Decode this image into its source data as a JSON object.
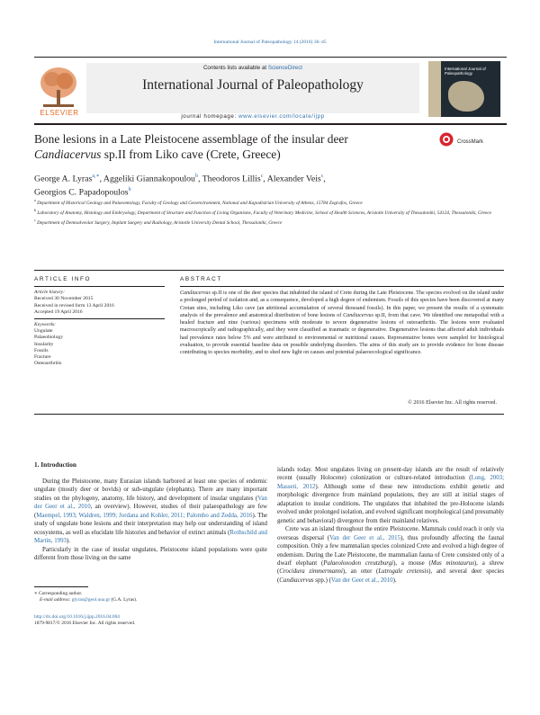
{
  "journal_ref": "International Journal of Paleopathology 14 (2016) 36–45",
  "header": {
    "contents_prefix": "Contents lists available at ",
    "contents_link": "ScienceDirect",
    "journal_title": "International Journal of Paleopathology",
    "homepage_prefix": "journal homepage: ",
    "homepage_url": "www.elsevier.com/locate/ijpp",
    "publisher": "ELSEVIER",
    "cover_title": "International Journal of Paleopathology",
    "crossmark": "CrossMark"
  },
  "article": {
    "title_line1": "Bone lesions in a Late Pleistocene assemblage of the insular deer",
    "title_genus": "Candiacervus",
    "title_line2_rest": " sp.II from Liko cave (Crete, Greece)",
    "authors": [
      {
        "name": "George A. Lyras",
        "sup": "a,∗"
      },
      {
        "name": "Aggeliki Giannakopoulou",
        "sup": "b"
      },
      {
        "name": "Theodoros Lillis",
        "sup": "c"
      },
      {
        "name": "Alexander Veis",
        "sup": "c"
      },
      {
        "name": "Georgios C. Papadopoulos",
        "sup": "b"
      }
    ],
    "affiliations": [
      {
        "sup": "a",
        "text": "Department of Historical Geology and Palaeontology, Faculty of Geology and Geoenvironment, National and Kapodistrian University of Athens, 15784 Zografos, Greece"
      },
      {
        "sup": "b",
        "text": "Laboratory of Anatomy, Histology and Embryology, Department of Structure and Function of Living Organisms, Faculty of Veterinary Medicine, School of Health Sciences, Aristotle University of Thessaloniki, 54124, Thessaloniki, Greece"
      },
      {
        "sup": "c",
        "text": "Department of Dentoalveolar Surgery, Implant Surgery and Radiology, Aristotle University Dental School, Thessaloniki, Greece"
      }
    ]
  },
  "info": {
    "heading": "ARTICLE INFO",
    "history_label": "Article history:",
    "history": [
      "Received 30 November 2015",
      "Received in revised form 13 April 2016",
      "Accepted 19 April 2016"
    ],
    "keywords_label": "Keywords:",
    "keywords": [
      "Ungulate",
      "Palaeobiology",
      "Insularity",
      "Fossils",
      "Fracture",
      "Osteoarthritis"
    ]
  },
  "abstract": {
    "heading": "ABSTRACT",
    "genus": "Candiacervus",
    "text_1": " sp.II is one of the deer species that inhabited the island of Crete during the Late Pleistocene. The species evolved on the island under a prolonged period of isolation and, as a consequence, developed a high degree of endemism. Fossils of this species have been discovered at many Cretan sites, including Liko cave (an attritional accumulation of several thousand fossils). In this paper, we present the results of a systematic analysis of the prevalence and anatomical distribution of bone lesions of ",
    "genus_2": "Candiacervus",
    "text_2": " sp.II, from that cave. We identified one metapodial with a healed fracture and nine (various) specimens with moderate to severe degenerative lesions of osteoarthritis. The lesions were evaluated macroscopically and radiographically, and they were classified as traumatic or degenerative. Degenerative lesions that affected adult individuals had prevalence rates below 5% and were attributed to environmental or nutritional causes. Representative bones were sampled for histological evaluation, to provide essential baseline data on possible underlying disorders. The aims of this study are to provide evidence for bone disease contributing to species morbidity, and to shed new light on causes and potential palaeoecological significance.",
    "copyright": "© 2016 Elsevier Inc. All rights reserved."
  },
  "body": {
    "intro_heading": "1.  Introduction",
    "left_p1_a": "During the Pleistocene, many Eurasian islands harbored at least one species of endemic ungulate (mostly deer or bovids) or sub-ungulate (elephants). There are many important studies on the phylogeny, anatomy, life history, and development of insular ungulates (",
    "left_p1_cite1": "Van der Geer et al., 2010",
    "left_p1_b": ", an overview). However, studies of their palaeopathology are few (",
    "left_p1_cite2": "Maempel, 1993; Waldren, 1999; Jordana and Kohler, 2011; Palombo and Zedda, 2016",
    "left_p1_c": "). The study of ungulate bone lesions and their interpretation may help our understanding of island ecosystems, as well as elucidate life histories and behavior of extinct animals (",
    "left_p1_cite3": "Rothschild and Martin, 1993",
    "left_p1_d": ").",
    "left_p2": "Particularly in the case of insular ungulates, Pleistocene island populations were quite different from those living on the same",
    "right_p1_a": "islands today. Most ungulates living on present-day islands are the result of relatively recent (usually Holocene) colonization or culture-related introduction (",
    "right_p1_cite1": "Long, 2003; Masseti, 2012",
    "right_p1_b": "). Although some of these new introductions exhibit genetic and morphologic divergence from mainland populations, they are still at initial stages of adaptation to insular conditions. The ungulates that inhabited the pre-Holocene islands evolved under prolonged isolation, and evolved significant morphological (and presumably genetic and behavioral) divergence from their mainland relatives.",
    "right_p2_a": "Crete was an island throughout the entire Pleistocene. Mammals could reach it only via overseas dispersal (",
    "right_p2_cite1": "Van der Geer et al., 2015",
    "right_p2_b": "), thus profoundly affecting the faunal composition. Only a few mammalian species colonized Crete and evolved a high degree of endemism. During the Late Pleistocene, the mammalian fauna of Crete consisted only of a dwarf elephant (",
    "right_p2_sp1": "Palaeoloxodon creutzburgi",
    "right_p2_c": "), a mouse (",
    "right_p2_sp2": "Mus minotaurus",
    "right_p2_d": "), a shrew (",
    "right_p2_sp3": "Crocidura zimmermanni",
    "right_p2_e": "), an otter (",
    "right_p2_sp4": "Lutrogale cretensis",
    "right_p2_f": "), and several deer species (",
    "right_p2_sp5": "Candiacervus",
    "right_p2_g": " spp.) (",
    "right_p2_cite2": "Van der Geer et al., 2010",
    "right_p2_h": ")."
  },
  "footnote": {
    "marker": "∗",
    "corresponding": " Corresponding author.",
    "email_label": "E-mail address:",
    "email": " glyras@geol.uoa.gr",
    "email_suffix": " (G.A. Lyras).",
    "doi": "http://dx.doi.org/10.1016/j.ijpp.2016.04.004",
    "issn": "1879-9817/© 2016 Elsevier Inc. All rights reserved."
  },
  "colors": {
    "link": "#2e6fa8",
    "elsevier_orange": "#e56a23",
    "text": "#231f20"
  }
}
